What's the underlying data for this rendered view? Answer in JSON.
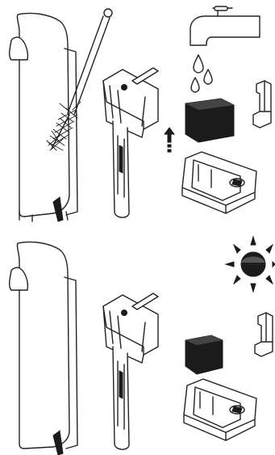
{
  "figure": {
    "panels": [
      {
        "id": "cleaning",
        "steps": [
          "brush-clean-tank",
          "remove-filter",
          "rinse-under-tap",
          "reinsert-filter"
        ],
        "icons": [
          "water-tank-icon",
          "bottle-brush-icon",
          "filter-holder-icon",
          "water-tap-icon",
          "water-drops-icon",
          "filter-sponge-icon",
          "insert-arrow-icon",
          "tray-cover-icon",
          "clip-part-icon"
        ]
      },
      {
        "id": "drying",
        "steps": [
          "air-dry-in-sun",
          "reassemble"
        ],
        "icons": [
          "water-tank-icon",
          "filter-holder-icon",
          "sun-icon",
          "filter-sponge-icon",
          "tray-cover-icon",
          "clip-part-icon"
        ]
      }
    ],
    "colors": {
      "line": "#222222",
      "fill": "#1b1b1b",
      "background": "#ffffff"
    }
  }
}
